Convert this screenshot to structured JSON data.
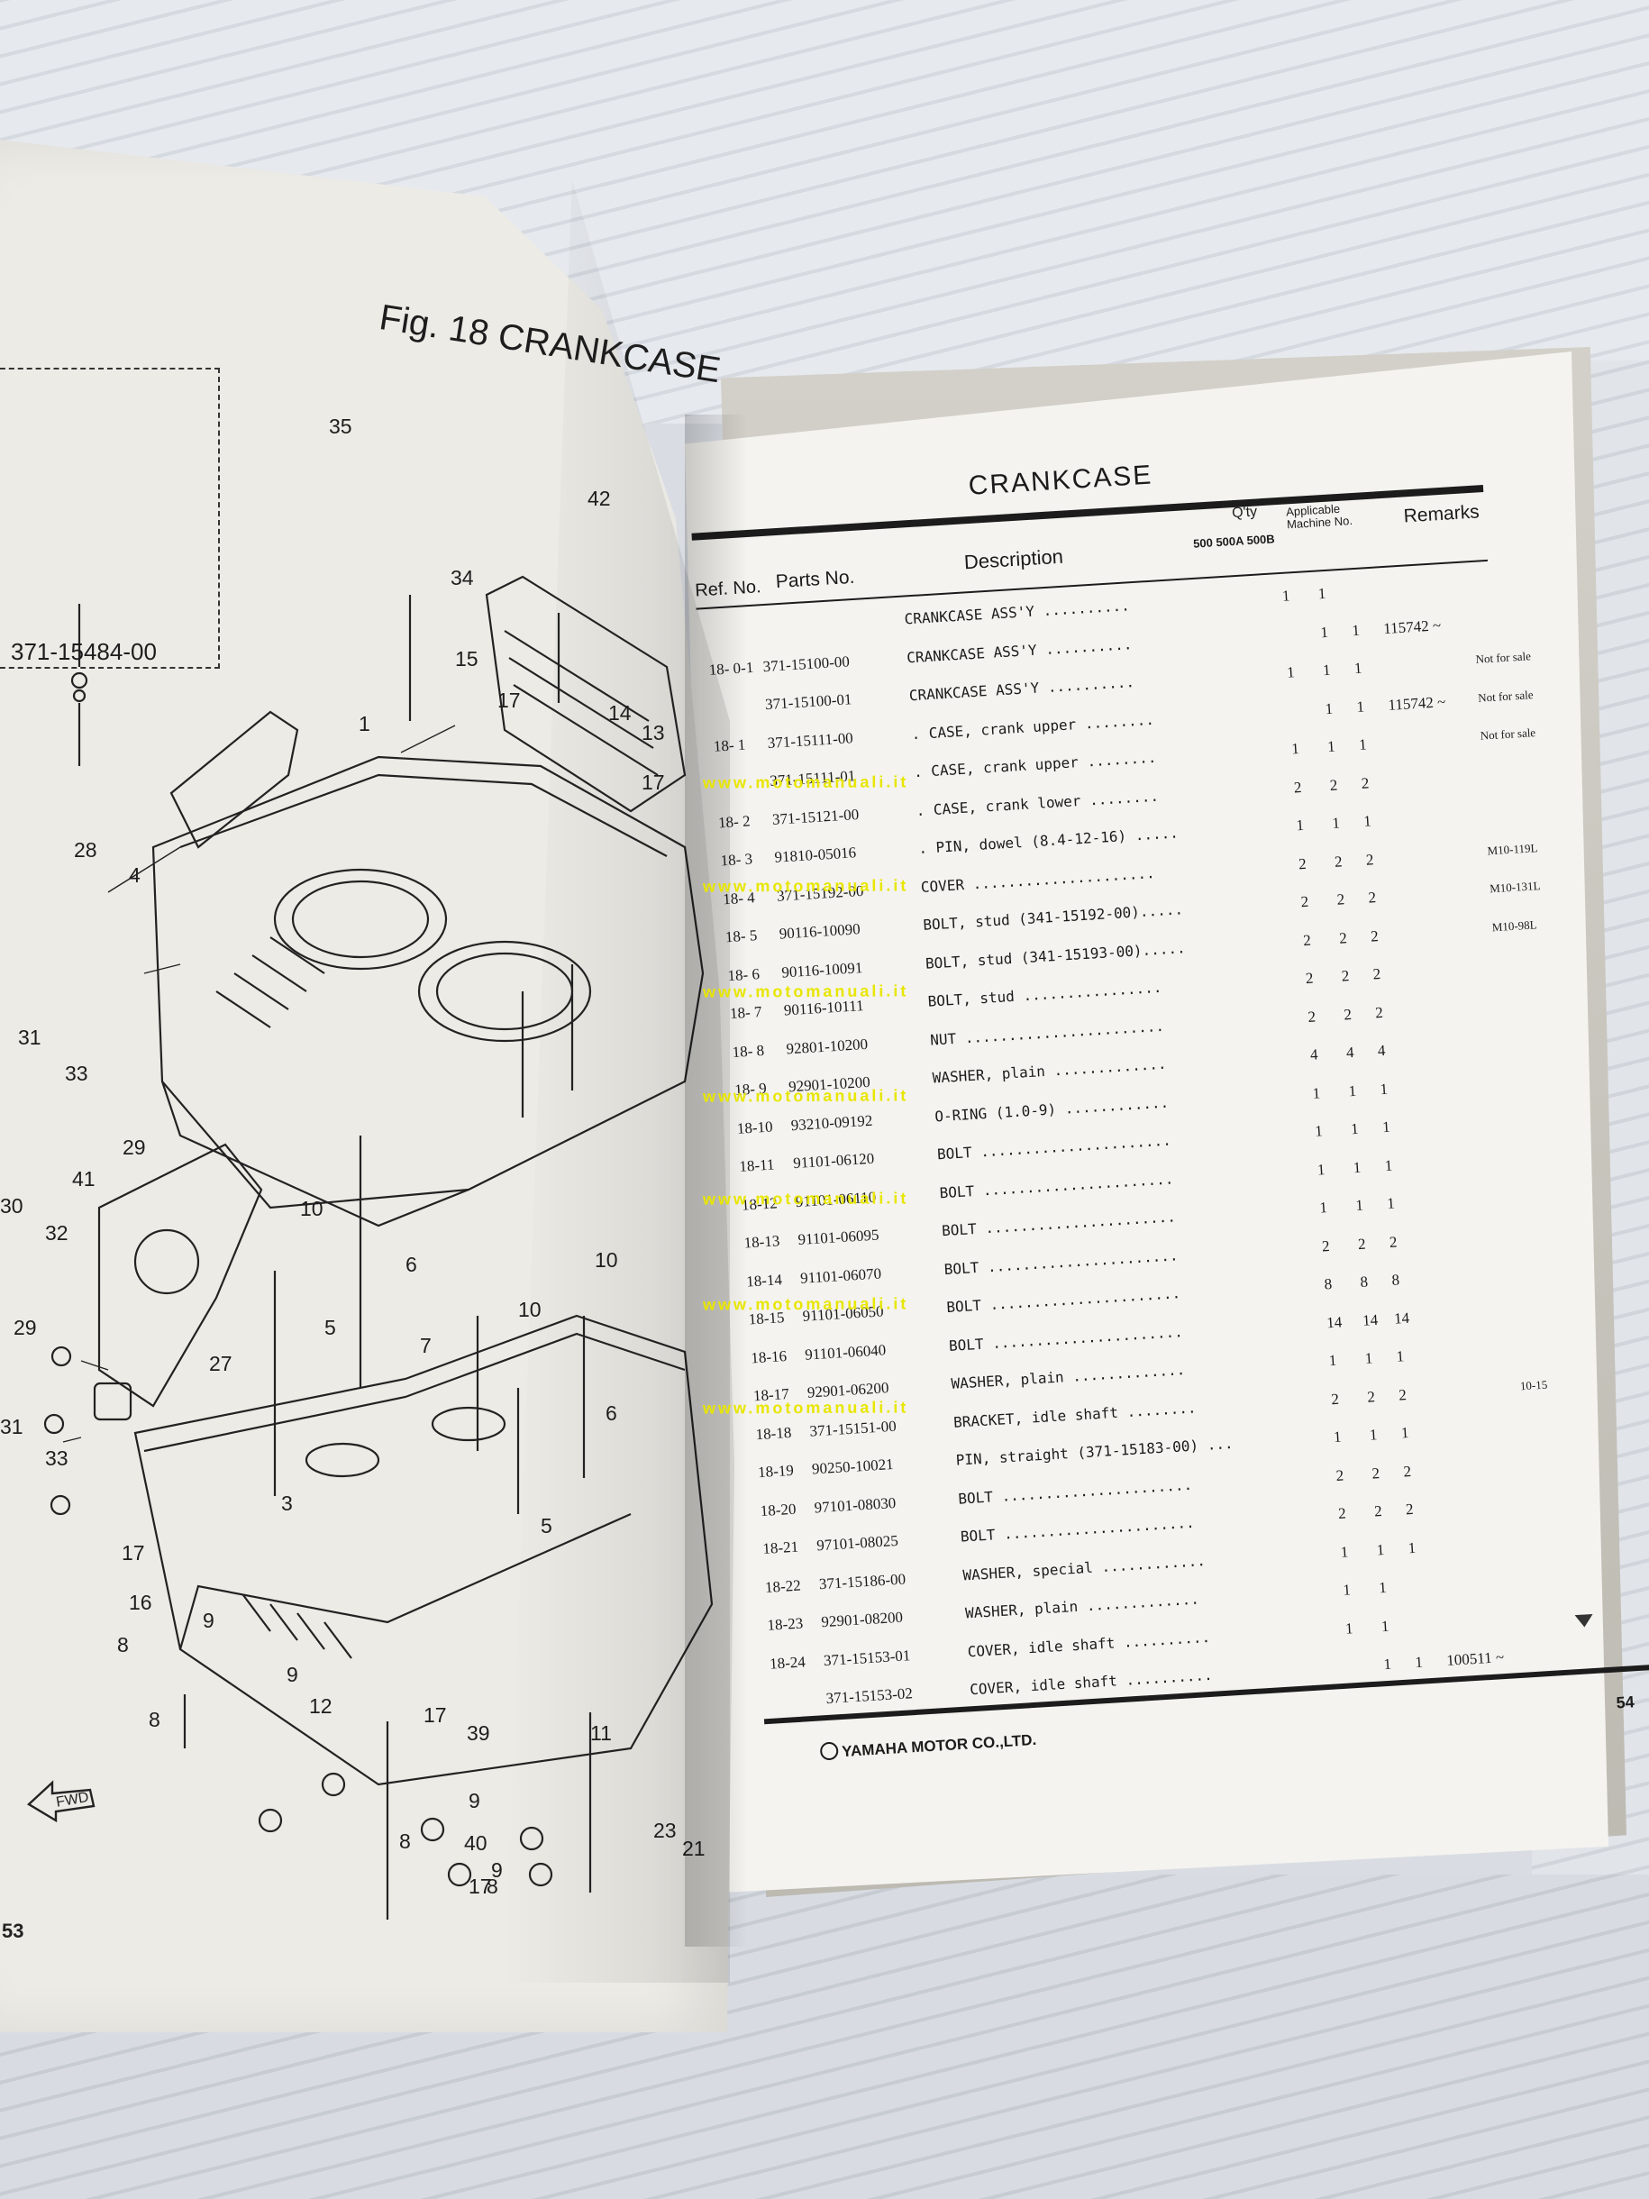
{
  "left_page": {
    "figure_title": "Fig. 18  CRANKCASE",
    "inset_part_code": "371-15484-00",
    "page_number": "53",
    "callouts": [
      "35",
      "42",
      "34",
      "15",
      "17",
      "14",
      "13",
      "17",
      "1",
      "28",
      "4",
      "31",
      "33",
      "29",
      "41",
      "30",
      "32",
      "29",
      "27",
      "31",
      "33",
      "10",
      "6",
      "5",
      "10",
      "7",
      "10",
      "3",
      "6",
      "5",
      "17",
      "16",
      "9",
      "8",
      "9",
      "8",
      "12",
      "17",
      "39",
      "9",
      "8",
      "40",
      "9",
      "8",
      "17",
      "11",
      "23",
      "21"
    ],
    "fwd_label": "FWD"
  },
  "right_page": {
    "title": "CRANKCASE",
    "headers": {
      "ref": "Ref. No.",
      "part": "Parts No.",
      "desc": "Description",
      "qty": "Q'ty",
      "qty_models": "500  500A  500B",
      "machine": "Applicable Machine No.",
      "remarks": "Remarks"
    },
    "rows": [
      {
        "ref": "",
        "part": "",
        "desc": "CRANKCASE ASS'Y ..........",
        "q1": "1",
        "q2": "1",
        "q3": "",
        "mach": "",
        "rem": ""
      },
      {
        "ref": "18- 0-1",
        "part": "371-15100-00",
        "desc": "CRANKCASE ASS'Y ..........",
        "q1": "",
        "q2": "1",
        "q3": "1",
        "mach": "115742 ~",
        "rem": ""
      },
      {
        "ref": "",
        "part": "371-15100-01",
        "desc": "CRANKCASE ASS'Y ..........",
        "q1": "1",
        "q2": "1",
        "q3": "1",
        "mach": "",
        "rem": "Not for sale"
      },
      {
        "ref": "18- 1",
        "part": "371-15111-00",
        "desc": ". CASE, crank upper ........",
        "q1": "",
        "q2": "1",
        "q3": "1",
        "mach": "115742 ~",
        "rem": "Not for sale"
      },
      {
        "ref": "",
        "part": "371-15111-01",
        "desc": ". CASE, crank upper ........",
        "q1": "1",
        "q2": "1",
        "q3": "1",
        "mach": "",
        "rem": "Not for sale"
      },
      {
        "ref": "18- 2",
        "part": "371-15121-00",
        "desc": ". CASE, crank lower ........",
        "q1": "2",
        "q2": "2",
        "q3": "2",
        "mach": "",
        "rem": ""
      },
      {
        "ref": "18- 3",
        "part": "91810-05016",
        "desc": ". PIN, dowel (8.4-12-16) .....",
        "q1": "1",
        "q2": "1",
        "q3": "1",
        "mach": "",
        "rem": ""
      },
      {
        "ref": "18- 4",
        "part": "371-15192-00",
        "desc": "COVER .....................",
        "q1": "2",
        "q2": "2",
        "q3": "2",
        "mach": "",
        "rem": "M10-119L"
      },
      {
        "ref": "18- 5",
        "part": "90116-10090",
        "desc": "BOLT, stud (341-15192-00).....",
        "q1": "2",
        "q2": "2",
        "q3": "2",
        "mach": "",
        "rem": "M10-131L"
      },
      {
        "ref": "18- 6",
        "part": "90116-10091",
        "desc": "BOLT, stud (341-15193-00).....",
        "q1": "2",
        "q2": "2",
        "q3": "2",
        "mach": "",
        "rem": "M10-98L"
      },
      {
        "ref": "18- 7",
        "part": "90116-10111",
        "desc": "BOLT, stud ................",
        "q1": "2",
        "q2": "2",
        "q3": "2",
        "mach": "",
        "rem": ""
      },
      {
        "ref": "18- 8",
        "part": "92801-10200",
        "desc": "NUT .......................",
        "q1": "2",
        "q2": "2",
        "q3": "2",
        "mach": "",
        "rem": ""
      },
      {
        "ref": "18- 9",
        "part": "92901-10200",
        "desc": "WASHER, plain .............",
        "q1": "4",
        "q2": "4",
        "q3": "4",
        "mach": "",
        "rem": ""
      },
      {
        "ref": "18-10",
        "part": "93210-09192",
        "desc": "O-RING (1.0-9) ............",
        "q1": "1",
        "q2": "1",
        "q3": "1",
        "mach": "",
        "rem": ""
      },
      {
        "ref": "18-11",
        "part": "91101-06120",
        "desc": "BOLT ......................",
        "q1": "1",
        "q2": "1",
        "q3": "1",
        "mach": "",
        "rem": ""
      },
      {
        "ref": "18-12",
        "part": "91101-06110",
        "desc": "BOLT ......................",
        "q1": "1",
        "q2": "1",
        "q3": "1",
        "mach": "",
        "rem": ""
      },
      {
        "ref": "18-13",
        "part": "91101-06095",
        "desc": "BOLT ......................",
        "q1": "1",
        "q2": "1",
        "q3": "1",
        "mach": "",
        "rem": ""
      },
      {
        "ref": "18-14",
        "part": "91101-06070",
        "desc": "BOLT ......................",
        "q1": "2",
        "q2": "2",
        "q3": "2",
        "mach": "",
        "rem": ""
      },
      {
        "ref": "18-15",
        "part": "91101-06050",
        "desc": "BOLT ......................",
        "q1": "8",
        "q2": "8",
        "q3": "8",
        "mach": "",
        "rem": ""
      },
      {
        "ref": "18-16",
        "part": "91101-06040",
        "desc": "BOLT ......................",
        "q1": "14",
        "q2": "14",
        "q3": "14",
        "mach": "",
        "rem": ""
      },
      {
        "ref": "18-17",
        "part": "92901-06200",
        "desc": "WASHER, plain .............",
        "q1": "1",
        "q2": "1",
        "q3": "1",
        "mach": "",
        "rem": ""
      },
      {
        "ref": "18-18",
        "part": "371-15151-00",
        "desc": "BRACKET, idle shaft ........",
        "q1": "2",
        "q2": "2",
        "q3": "2",
        "mach": "",
        "rem": "10-15"
      },
      {
        "ref": "18-19",
        "part": "90250-10021",
        "desc": "PIN, straight (371-15183-00) ...",
        "q1": "1",
        "q2": "1",
        "q3": "1",
        "mach": "",
        "rem": ""
      },
      {
        "ref": "18-20",
        "part": "97101-08030",
        "desc": "BOLT ......................",
        "q1": "2",
        "q2": "2",
        "q3": "2",
        "mach": "",
        "rem": ""
      },
      {
        "ref": "18-21",
        "part": "97101-08025",
        "desc": "BOLT ......................",
        "q1": "2",
        "q2": "2",
        "q3": "2",
        "mach": "",
        "rem": ""
      },
      {
        "ref": "18-22",
        "part": "371-15186-00",
        "desc": "WASHER, special ............",
        "q1": "1",
        "q2": "1",
        "q3": "1",
        "mach": "",
        "rem": ""
      },
      {
        "ref": "18-23",
        "part": "92901-08200",
        "desc": "WASHER, plain .............",
        "q1": "1",
        "q2": "1",
        "q3": "",
        "mach": "",
        "rem": ""
      },
      {
        "ref": "18-24",
        "part": "371-15153-01",
        "desc": "COVER, idle shaft ..........",
        "q1": "1",
        "q2": "1",
        "q3": "",
        "mach": "",
        "rem": ""
      },
      {
        "ref": "",
        "part": "371-15153-02",
        "desc": "COVER, idle shaft ..........",
        "q1": "",
        "q2": "1",
        "q3": "1",
        "mach": "100511 ~",
        "rem": ""
      }
    ],
    "footer_brand": "YAMAHA MOTOR CO.,LTD.",
    "page_number": "54"
  },
  "watermark": "www.motomanuali.it"
}
